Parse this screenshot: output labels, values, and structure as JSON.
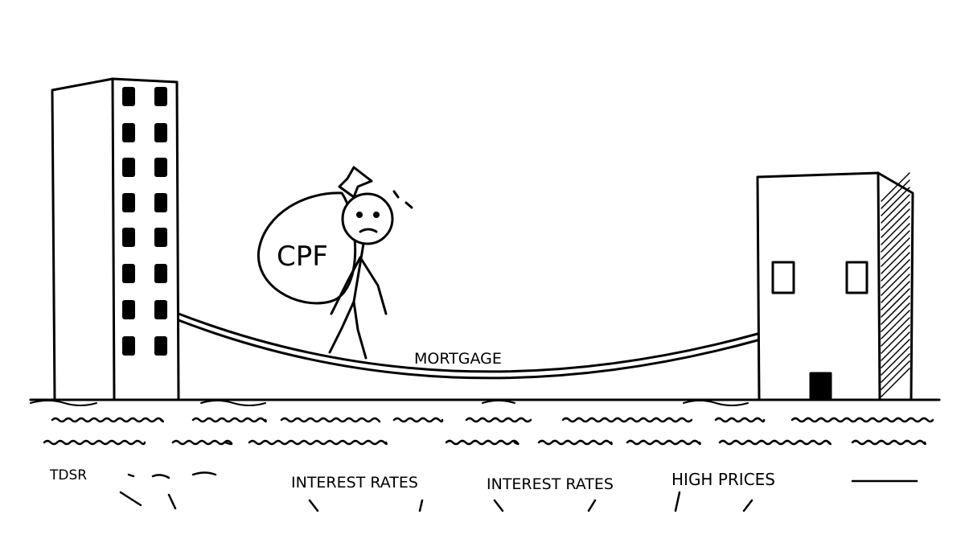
{
  "illustration": {
    "bag_label": "CPF",
    "rope_label": "MORTGAGE",
    "hazards": [
      {
        "label": "TDSR"
      },
      {
        "label": "INTEREST RATES"
      },
      {
        "label": "INTEREST RATES"
      },
      {
        "label": "HIGH PRICES"
      }
    ]
  },
  "colors": {
    "ink": "#000000",
    "paper": "#ffffff"
  }
}
